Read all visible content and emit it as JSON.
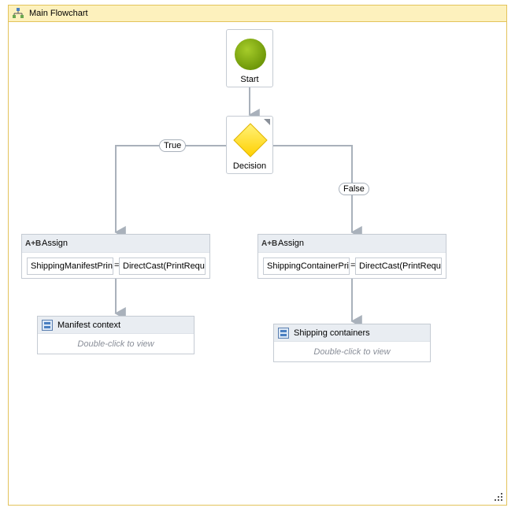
{
  "designer": {
    "title": "Main Flowchart",
    "icon": "flowchart-icon"
  },
  "start": {
    "label": "Start",
    "color": "#7fa90f"
  },
  "decision": {
    "label": "Decision",
    "color": "#ffd800"
  },
  "branches": {
    "true_label": "True",
    "false_label": "False"
  },
  "assign_left": {
    "title": "Assign",
    "icon": "assign-icon",
    "icon_text": "A+B",
    "to": "ShippingManifestPrint",
    "value": "DirectCast(PrintReque"
  },
  "assign_right": {
    "title": "Assign",
    "icon": "assign-icon",
    "icon_text": "A+B",
    "to": "ShippingContainerPrir",
    "value": "DirectCast(PrintReque"
  },
  "sequence_left": {
    "title": "Manifest context",
    "hint": "Double-click to view",
    "icon": "sequence-icon"
  },
  "sequence_right": {
    "title": "Shipping containers",
    "hint": "Double-click to view",
    "icon": "sequence-icon"
  },
  "colors": {
    "border": "#e3c35b",
    "header_bg": "#fdf1bd",
    "connector": "#a9b1bb"
  }
}
